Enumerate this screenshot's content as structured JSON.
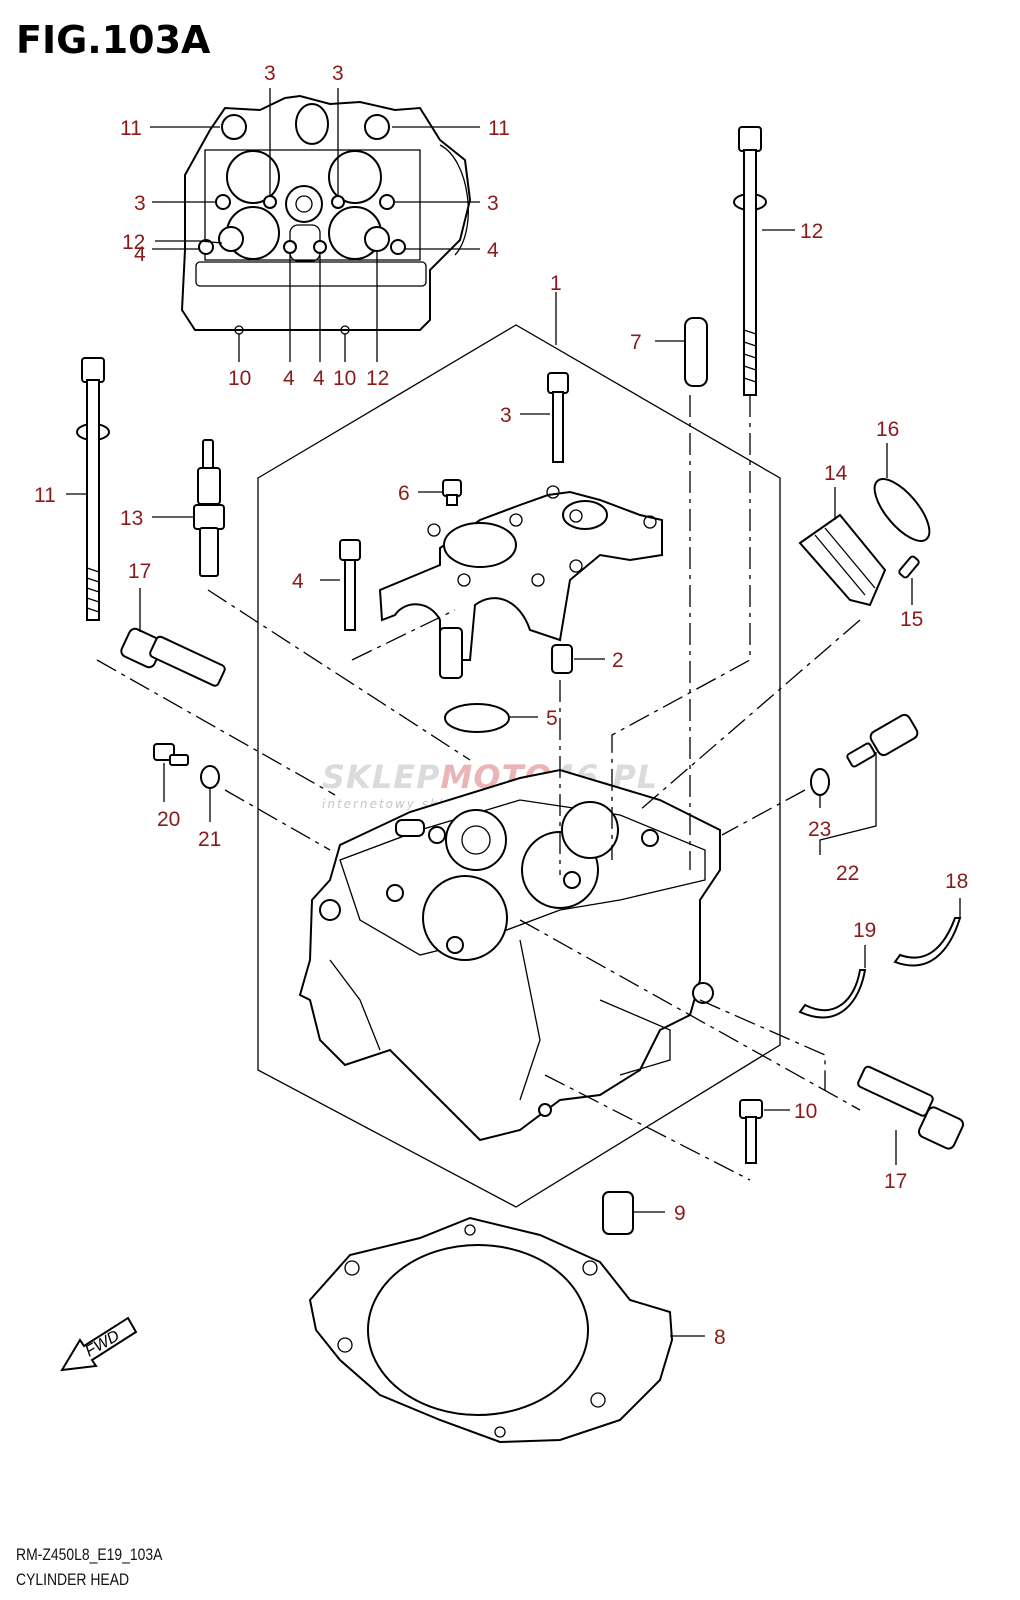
{
  "figure": {
    "title": "FIG.103A",
    "code": "RM-Z450L8_E19_103A",
    "name": "CYLINDER HEAD",
    "fwd_label": "FWD"
  },
  "watermark": {
    "brand_a": "SKLEP",
    "brand_b": "MOTO",
    "brand_c": "46",
    "brand_d": ".PL",
    "tagline": "internetowy sklep motocyklowy"
  },
  "colors": {
    "callout": "#8b1a1a",
    "line": "#000000"
  },
  "callouts": {
    "c1": "1",
    "c2": "2",
    "c3a": "3",
    "c3b": "3",
    "c3c": "3",
    "c3d": "3",
    "c3e": "3",
    "c4a": "4",
    "c4b": "4",
    "c4c": "4",
    "c4d": "4",
    "c4e": "4",
    "c5": "5",
    "c6": "6",
    "c7": "7",
    "c8": "8",
    "c9": "9",
    "c10a": "10",
    "c10b": "10",
    "c10c": "10",
    "c11a": "11",
    "c11b": "11",
    "c11c": "11",
    "c12a": "12",
    "c12b": "12",
    "c12c": "12",
    "c13": "13",
    "c14": "14",
    "c15": "15",
    "c16": "16",
    "c17a": "17",
    "c17b": "17",
    "c18": "18",
    "c19": "19",
    "c20": "20",
    "c21": "21",
    "c22": "22",
    "c23": "23"
  }
}
